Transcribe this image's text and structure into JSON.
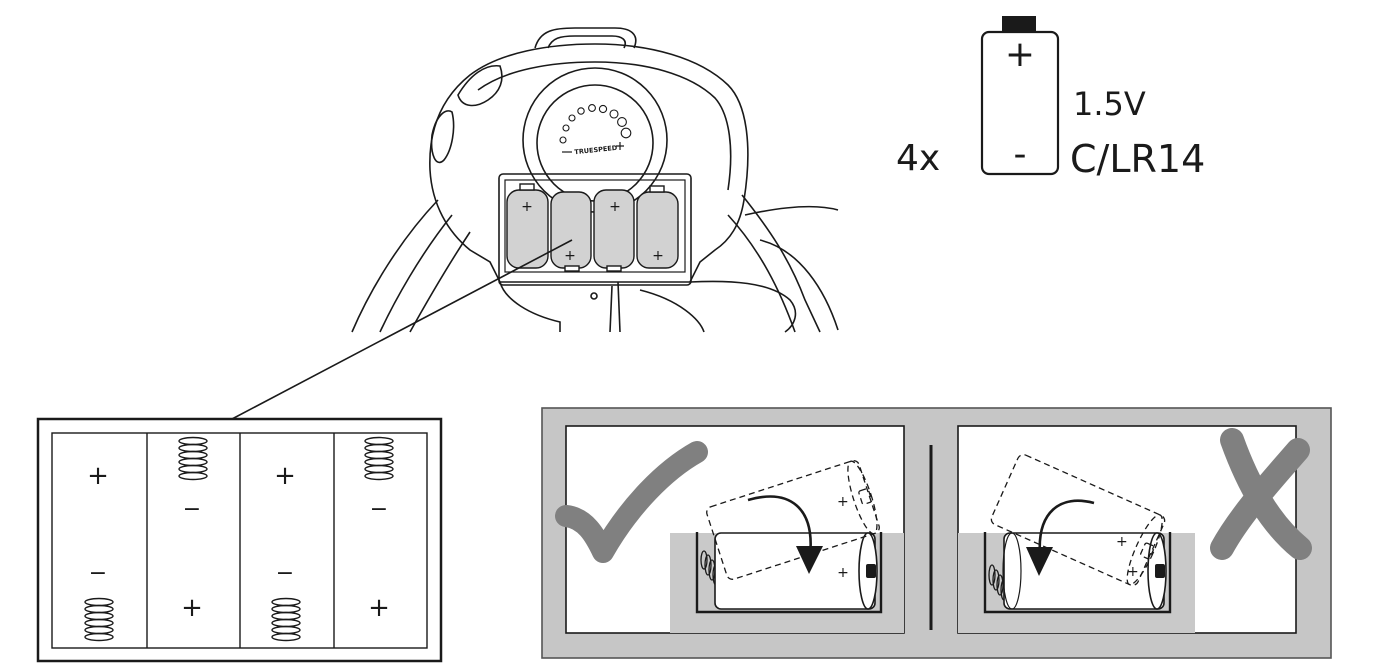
{
  "battery_spec": {
    "quantity": "4x",
    "voltage": "1.5V",
    "type": "C/LR14",
    "plus": "+",
    "minus": "-"
  },
  "device": {
    "brand_text": "TRUESPEED",
    "battery_signs": [
      "+",
      "+",
      "+",
      "+"
    ]
  },
  "compartment_detail": {
    "cells": [
      {
        "top": "+",
        "bottom": "−"
      },
      {
        "top": "−",
        "bottom": "+"
      },
      {
        "top": "+",
        "bottom": "−"
      },
      {
        "top": "−",
        "bottom": "+"
      }
    ]
  },
  "insertion": {
    "correct_panel": {
      "mark": "check",
      "signs": [
        "+",
        "+"
      ]
    },
    "wrong_panel": {
      "mark": "cross",
      "signs": [
        "+",
        "+"
      ]
    },
    "colors": {
      "frame": "#c6c6c6",
      "mark": "#808080",
      "tray": "#c9c9c9"
    }
  }
}
